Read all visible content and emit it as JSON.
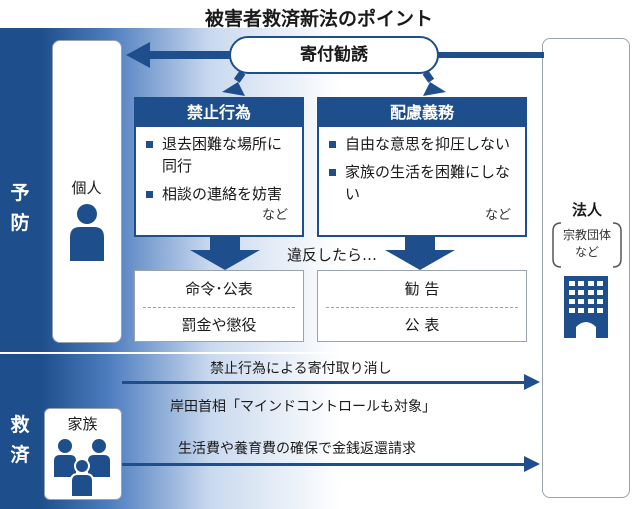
{
  "title": "被害者救済新法のポイント",
  "sections": {
    "prevention": "予防",
    "relief": "救済"
  },
  "individual": {
    "label": "個人"
  },
  "family": {
    "label": "家族"
  },
  "solicitation": "寄付勧誘",
  "prohibited": {
    "header": "禁止行為",
    "items": [
      "退去困難な場所に同行",
      "相談の連絡を妨害"
    ],
    "etc": "など"
  },
  "consideration": {
    "header": "配慮義務",
    "items": [
      "自由な意思を抑圧しない",
      "家族の生活を困難にしない"
    ],
    "etc": "など"
  },
  "violation_text": "違反したら…",
  "prohibited_results": [
    "命令･公表",
    "罰金や懲役"
  ],
  "consideration_results": [
    "勧 告",
    "公 表"
  ],
  "corporation": {
    "label": "法人",
    "sub": [
      "宗教団体",
      "など"
    ]
  },
  "relief_items": {
    "cancel": "禁止行為による寄付取り消し",
    "kishida": "岸田首相「マインドコントロールも対象」",
    "claim": "生活費や養育費の確保で金銭返還請求"
  },
  "colors": {
    "navy": "#1f4e8c",
    "gray_border": "#9aa3ad"
  },
  "icons": [
    "person-icon",
    "family-icon",
    "building-icon"
  ]
}
